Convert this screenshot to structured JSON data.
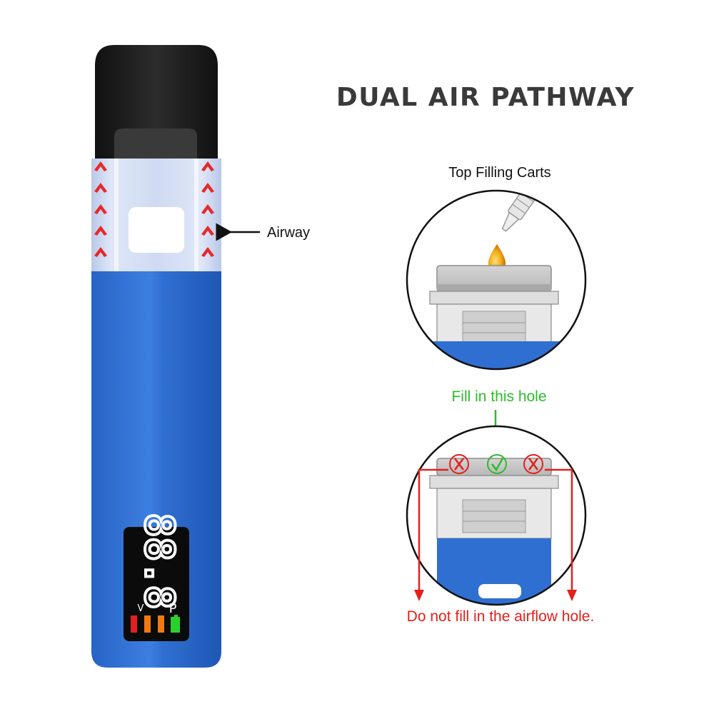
{
  "title": "DUAL AIR PATHWAY",
  "labels": {
    "airway": "Airway",
    "top_filling": "Top Filling Carts",
    "fill_hole": "Fill in this hole",
    "no_fill": "Do not fill in the airflow hole."
  },
  "display": {
    "digits": "88.8",
    "unit_v": "V",
    "unit_p": "P"
  },
  "colors": {
    "body_blue": "#2f6fd1",
    "mouthpiece": "#1d1d1d",
    "arrow_red": "#e8282a",
    "fill_green": "#2dbb2a",
    "warn_red": "#e3201b",
    "title_gray": "#3a3a3a",
    "led_red": "#e51e1e",
    "led_orange": "#f07a12",
    "led_green": "#2bd12b"
  },
  "icons": {
    "check": "check-circle-icon",
    "cross": "x-circle-icon"
  }
}
